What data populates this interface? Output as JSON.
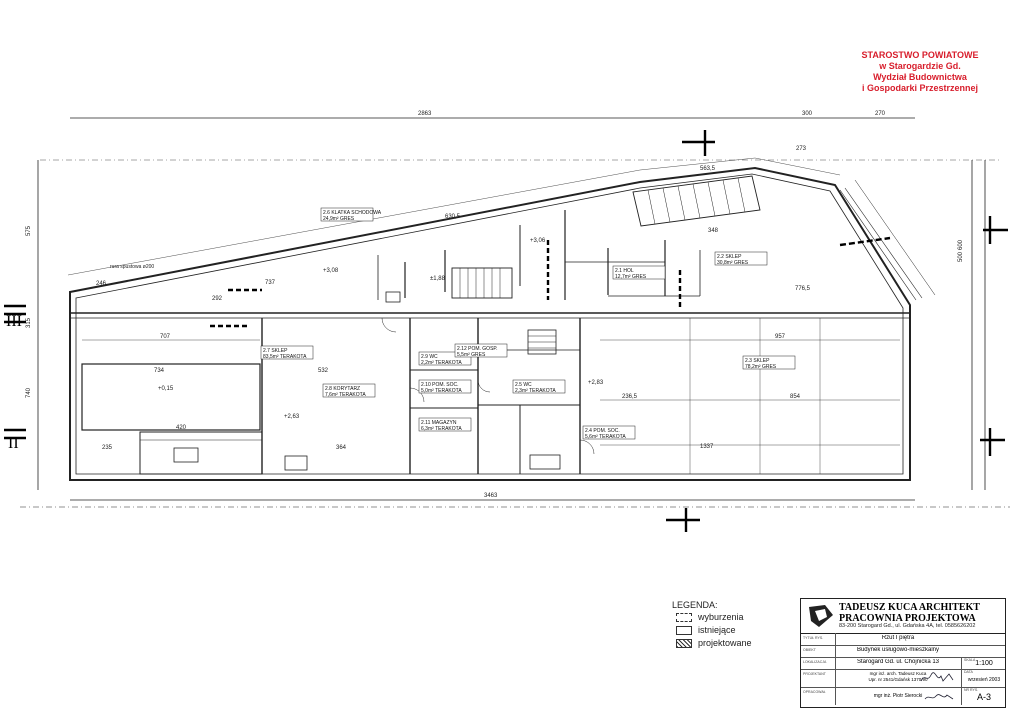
{
  "stamp": {
    "line1": "STAROSTWO POWIATOWE",
    "line2": "w Starogardzie Gd.",
    "line3": "Wydział Budownictwa",
    "line4": "i Gospodarki Przestrzennej"
  },
  "plan": {
    "rooms": [
      {
        "id": "2.6",
        "name": "KLATKA SCHODOWA",
        "area": "24,9m²",
        "floor": "GRES"
      },
      {
        "id": "2.7",
        "name": "SKLEP",
        "area": "83,5m²",
        "floor": "TERAKOTA"
      },
      {
        "id": "2.8",
        "name": "KORYTARZ",
        "area": "7,6m²",
        "floor": "TERAKOTA"
      },
      {
        "id": "2.9",
        "name": "WC",
        "area": "2,2m²",
        "floor": "TERAKOTA"
      },
      {
        "id": "2.10",
        "name": "POM. SOC.",
        "area": "5,0m²",
        "floor": "TERAKOTA"
      },
      {
        "id": "2.11",
        "name": "MAGAZYN",
        "area": "6,3m²",
        "floor": "TERAKOTA"
      },
      {
        "id": "2.1",
        "name": "HOL",
        "area": "12,7m²",
        "floor": "GRES"
      },
      {
        "id": "2.2",
        "name": "SKLEP",
        "area": "30,8m²",
        "floor": "GRES"
      },
      {
        "id": "2.3",
        "name": "SKLEP",
        "area": "78,2m²",
        "floor": "GRES"
      },
      {
        "id": "2.4",
        "name": "POM. SOC.",
        "area": "5,6m²",
        "floor": "TERAKOTA"
      },
      {
        "id": "2.5",
        "name": "WC",
        "area": "2,3m²",
        "floor": "TERAKOTA"
      },
      {
        "id": "2.12",
        "name": "POM. GOSP.",
        "area": "5,5m²",
        "floor": "GRES"
      }
    ],
    "dims": {
      "top_total": "2863",
      "top_mid": "300",
      "top_right": "270",
      "bottom_total": "3463",
      "left_a": "575",
      "left_b": "740",
      "left_c": "315",
      "r1": "957",
      "r2": "1337",
      "r3": "854",
      "r4": "776,5",
      "r5": "707",
      "r6": "734",
      "r7": "532",
      "r8": "630,5",
      "r9": "563,5",
      "r10": "348",
      "r11": "292",
      "r12": "737",
      "r13": "420",
      "r14": "364",
      "r15": "236,5",
      "r16": "273",
      "r17": "246",
      "r18": "235",
      "r19": "600",
      "r20": "500"
    },
    "levels": [
      "+3,08",
      "+2,83",
      "+3,06",
      "+0,15",
      "+2,63",
      "±1,88"
    ],
    "pipe_note": "rura spustowa ø200",
    "sections": [
      "III",
      "II"
    ]
  },
  "legend": {
    "title": "LEGENDA:",
    "items": [
      {
        "label": "wyburzenia"
      },
      {
        "label": "istniejące"
      },
      {
        "label": "projektowane"
      }
    ]
  },
  "titleblock": {
    "firm1": "TADEUSZ KUCA ARCHITEKT",
    "firm2": "PRACOWNIA PROJEKTOWA",
    "address": "83-200 Starogard Gd., ul. Gdańska 4A, tel. 0585626202",
    "title_label": "TYTUŁ RYS.",
    "title": "Rzut I piętra",
    "object_label": "OBIEKT",
    "object": "Budynek usługowo-mieszkalny",
    "location_label": "LOKALIZACJA",
    "location": "Starogard Gd. ul. Chojnicka 13",
    "scale_label": "SKALA",
    "scale": "1:100",
    "designer_label": "PROJEKTANT",
    "designer": "mgr inż. arch. Tadeusz Kuca",
    "license": "Upr. nr 2541/Gdańsk 1370/90",
    "date_label": "DATA",
    "date": "wrzesień 2003",
    "drafter_label": "OPRACOWAŁ",
    "drafter": "mgr inż. Piotr Sierocki",
    "sheet_label": "NR RYS.",
    "sheet": "A-3"
  }
}
